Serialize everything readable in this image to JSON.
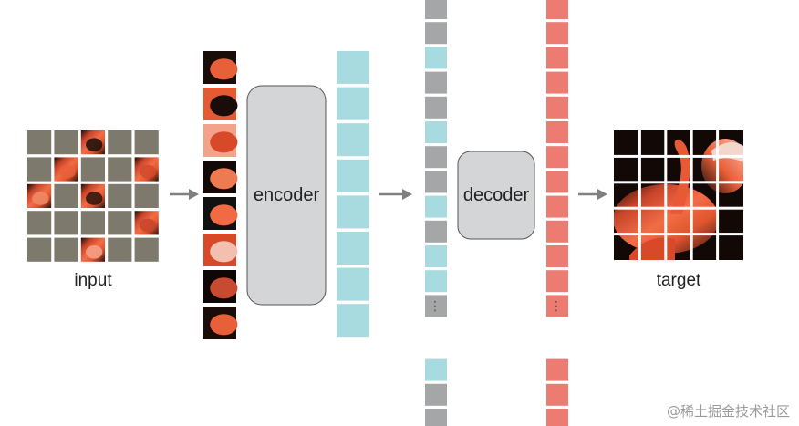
{
  "labels": {
    "input": "input",
    "encoder": "encoder",
    "decoder": "decoder",
    "target": "target",
    "ellipsis_tokens": "⋮",
    "ellipsis_preds": "⋮"
  },
  "watermark": "@稀土掘金技术社区",
  "colors": {
    "mask_gray": "#7d7a6d",
    "token_teal": "#a7dbe0",
    "mask_token_gray": "#a5a6a8",
    "prediction_red": "#ec7b72",
    "block_fill": "#d4d5d7",
    "block_stroke": "#555555",
    "arrow": "#808080"
  },
  "grid": {
    "rows": 5,
    "cols": 5,
    "visible_patches": [
      [
        0,
        2
      ],
      [
        1,
        1
      ],
      [
        1,
        4
      ],
      [
        2,
        0
      ],
      [
        2,
        2
      ],
      [
        3,
        4
      ],
      [
        4,
        2
      ]
    ]
  },
  "token_sequence": [
    "g",
    "g",
    "t",
    "g",
    "g",
    "t",
    "g",
    "g",
    "t",
    "g",
    "t",
    "t",
    "g",
    "ellipsis",
    "t",
    "g",
    "g"
  ]
}
